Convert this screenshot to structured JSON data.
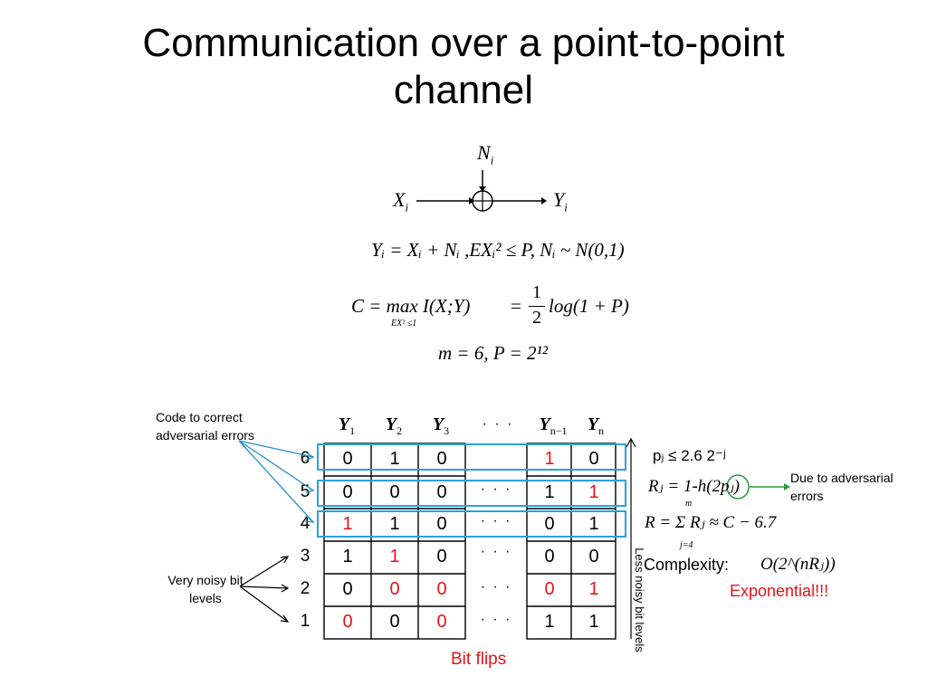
{
  "slide": {
    "title_line1": "Communication over a point-to-point",
    "title_line2": "channel"
  },
  "diagram": {
    "noise": "N",
    "noise_sub": "i",
    "input": "X",
    "input_sub": "i",
    "output": "Y",
    "output_sub": "i"
  },
  "equations": {
    "eq1": "Yᵢ = Xᵢ + Nᵢ ,EXᵢ² ≤ P, Nᵢ ~ N(0,1)",
    "eq2_lhs": "C = max I(X;Y)",
    "eq2_constraint": "EX² ≤1",
    "eq2_rhs_prefix": "=",
    "eq2_num": "1",
    "eq2_den": "2",
    "eq2_rhs_tail": "log(1 + P)",
    "eq3": "m = 6, P = 2¹²"
  },
  "table": {
    "headers": [
      "Y1",
      "Y2",
      "Y3",
      "· · ·",
      "Yn−1",
      "Yn"
    ],
    "rows": [
      {
        "level": "6",
        "c1": "0",
        "c2": "1",
        "c3": "0",
        "dots": "",
        "c4": "1",
        "c5": "0"
      },
      {
        "level": "5",
        "c1": "0",
        "c2": "0",
        "c3": "0",
        "dots": "· · ·",
        "c4": "1",
        "c5": "1"
      },
      {
        "level": "4",
        "c1": "1",
        "c2": "1",
        "c3": "0",
        "dots": "· · ·",
        "c4": "0",
        "c5": "1"
      },
      {
        "level": "3",
        "c1": "1",
        "c2": "1",
        "c3": "0",
        "dots": "· · ·",
        "c4": "0",
        "c5": "0"
      },
      {
        "level": "2",
        "c1": "0",
        "c2": "0",
        "c3": "0",
        "dots": "· · ·",
        "c4": "0",
        "c5": "1"
      },
      {
        "level": "1",
        "c1": "0",
        "c2": "0",
        "c3": "0",
        "dots": "· · ·",
        "c4": "1",
        "c5": "1"
      }
    ]
  },
  "annotations": {
    "code_note": "Code to correct adversarial errors",
    "noisy_note": "Very noisy bit levels",
    "bit_flips": "Bit flips",
    "less_noisy": "Less noisy bit levels",
    "pj": "pⱼ ≤ 2.6 2⁻ʲ",
    "rj": "Rⱼ = 1-h(2pⱼ)",
    "r_sum": "R = Σ Rⱼ ≈ C − 6.7",
    "sum_top": "m",
    "sum_bottom": "j=4",
    "complexity_label": "Complexity:",
    "complexity_expr": "O(2^(nRⱼ))",
    "exponential": "Exponential!!!",
    "adversarial_note": "Due to adversarial errors"
  },
  "colors": {
    "highlight": "#2aa2dc",
    "flip": "#e3141b",
    "circle": "#2e9a44"
  }
}
